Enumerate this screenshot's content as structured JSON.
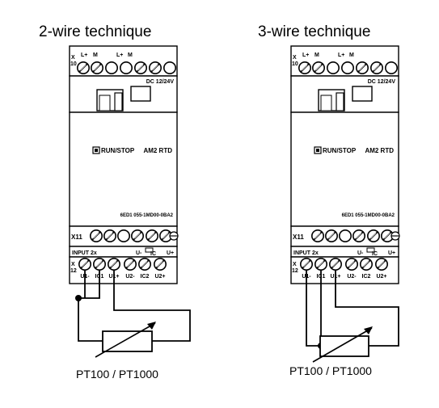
{
  "panels": [
    {
      "title": "2-wire technique",
      "sensor_label": "PT100 / PT1000",
      "top_block": "X 10",
      "top_labels": [
        "L+",
        "M",
        "L+",
        "M"
      ],
      "supply": "DC 12/24V",
      "run_stop": "RUN/STOP",
      "model": "AM2 RTD",
      "order_number": "6ED1 055-1MD00-0BA2",
      "x11": "X11",
      "input": "INPUT 2x",
      "u_minus": "U-",
      "ic": "IC",
      "u_plus": "U+",
      "bottom_block": "X 12",
      "bottom_labels": [
        "U1-",
        "IC1",
        "U1+",
        "U2-",
        "IC2",
        "U2+"
      ]
    },
    {
      "title": "3-wire technique",
      "sensor_label": "PT100 / PT1000",
      "top_block": "X 10",
      "top_labels": [
        "L+",
        "M",
        "L+",
        "M"
      ],
      "supply": "DC 12/24V",
      "run_stop": "RUN/STOP",
      "model": "AM2 RTD",
      "order_number": "6ED1 055-1MD00-0BA2",
      "x11": "X11",
      "input": "INPUT 2x",
      "u_minus": "U-",
      "ic": "IC",
      "u_plus": "U+",
      "bottom_block": "X 12",
      "bottom_labels": [
        "U1-",
        "IC1",
        "U1+",
        "U2-",
        "IC2",
        "U2+"
      ]
    }
  ]
}
